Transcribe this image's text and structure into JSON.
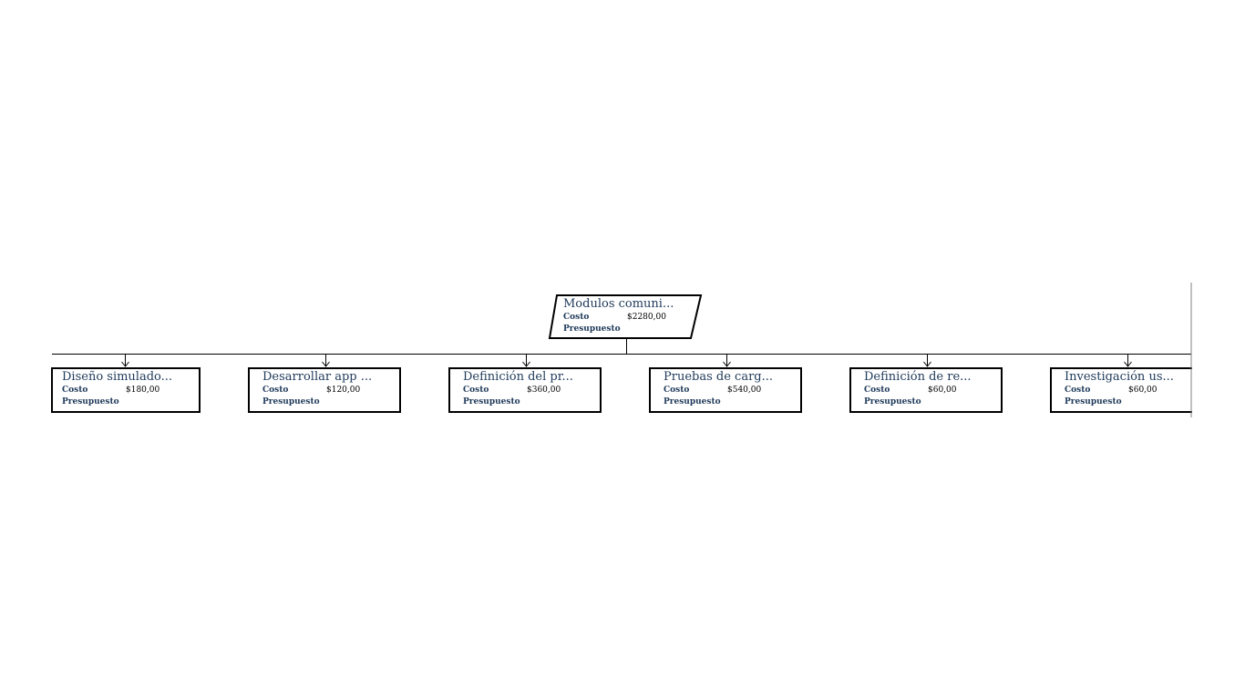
{
  "colors": {
    "title_text": "#1f3a5a",
    "label_text": "#1f3a5a",
    "box_border": "#000000",
    "connector": "#000000",
    "background": "#ffffff"
  },
  "root": {
    "title": "Modulos comuni...",
    "cost_label": "Costo",
    "cost_value": "$2280,00",
    "budget_label": "Presupuesto",
    "budget_value": ""
  },
  "children": [
    {
      "title": "Diseño simulado...",
      "cost_label": "Costo",
      "cost_value": "$180,00",
      "budget_label": "Presupuesto",
      "budget_value": ""
    },
    {
      "title": "Desarrollar app ...",
      "cost_label": "Costo",
      "cost_value": "$120,00",
      "budget_label": "Presupuesto",
      "budget_value": ""
    },
    {
      "title": "Definición del pr...",
      "cost_label": "Costo",
      "cost_value": "$360,00",
      "budget_label": "Presupuesto",
      "budget_value": ""
    },
    {
      "title": "Pruebas de carg...",
      "cost_label": "Costo",
      "cost_value": "$540,00",
      "budget_label": "Presupuesto",
      "budget_value": ""
    },
    {
      "title": "Definición de re...",
      "cost_label": "Costo",
      "cost_value": "$60,00",
      "budget_label": "Presupuesto",
      "budget_value": ""
    },
    {
      "title": "Investigación us...",
      "cost_label": "Costo",
      "cost_value": "$60,00",
      "budget_label": "Presupuesto",
      "budget_value": ""
    }
  ]
}
